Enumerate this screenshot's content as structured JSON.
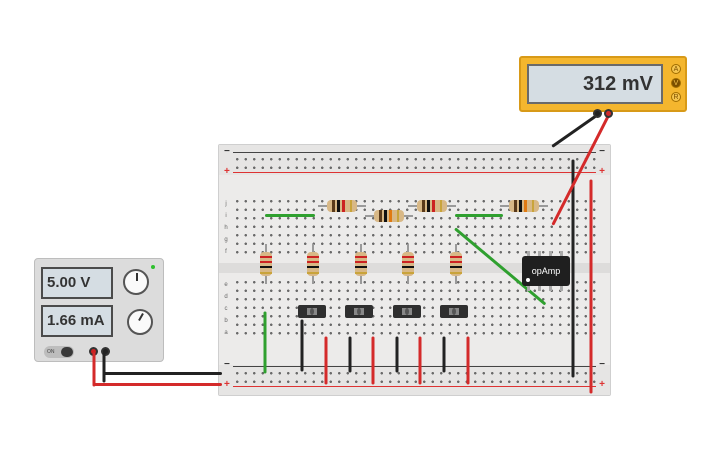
{
  "multimeter": {
    "reading": "312 mV",
    "modes": [
      "A",
      "V",
      "R"
    ],
    "active_mode": "V"
  },
  "power_supply": {
    "voltage": "5.00 V",
    "current": "1.66 mA",
    "switch_label": "ON"
  },
  "opamp": {
    "label": "opAmp"
  },
  "breadboard": {
    "rail_top_sign_neg": "−",
    "rail_top_sign_pos": "+",
    "rail_bottom_sign_neg": "−",
    "rail_bottom_sign_pos": "+",
    "row_labels_top": [
      "j",
      "i",
      "h",
      "g",
      "f"
    ],
    "row_labels_bottom": [
      "e",
      "d",
      "c",
      "b",
      "a"
    ]
  },
  "colors": {
    "wire_red": "#d42a2a",
    "wire_black": "#222222",
    "wire_green": "#2fa02f",
    "meter_body": "#f4b62e"
  }
}
